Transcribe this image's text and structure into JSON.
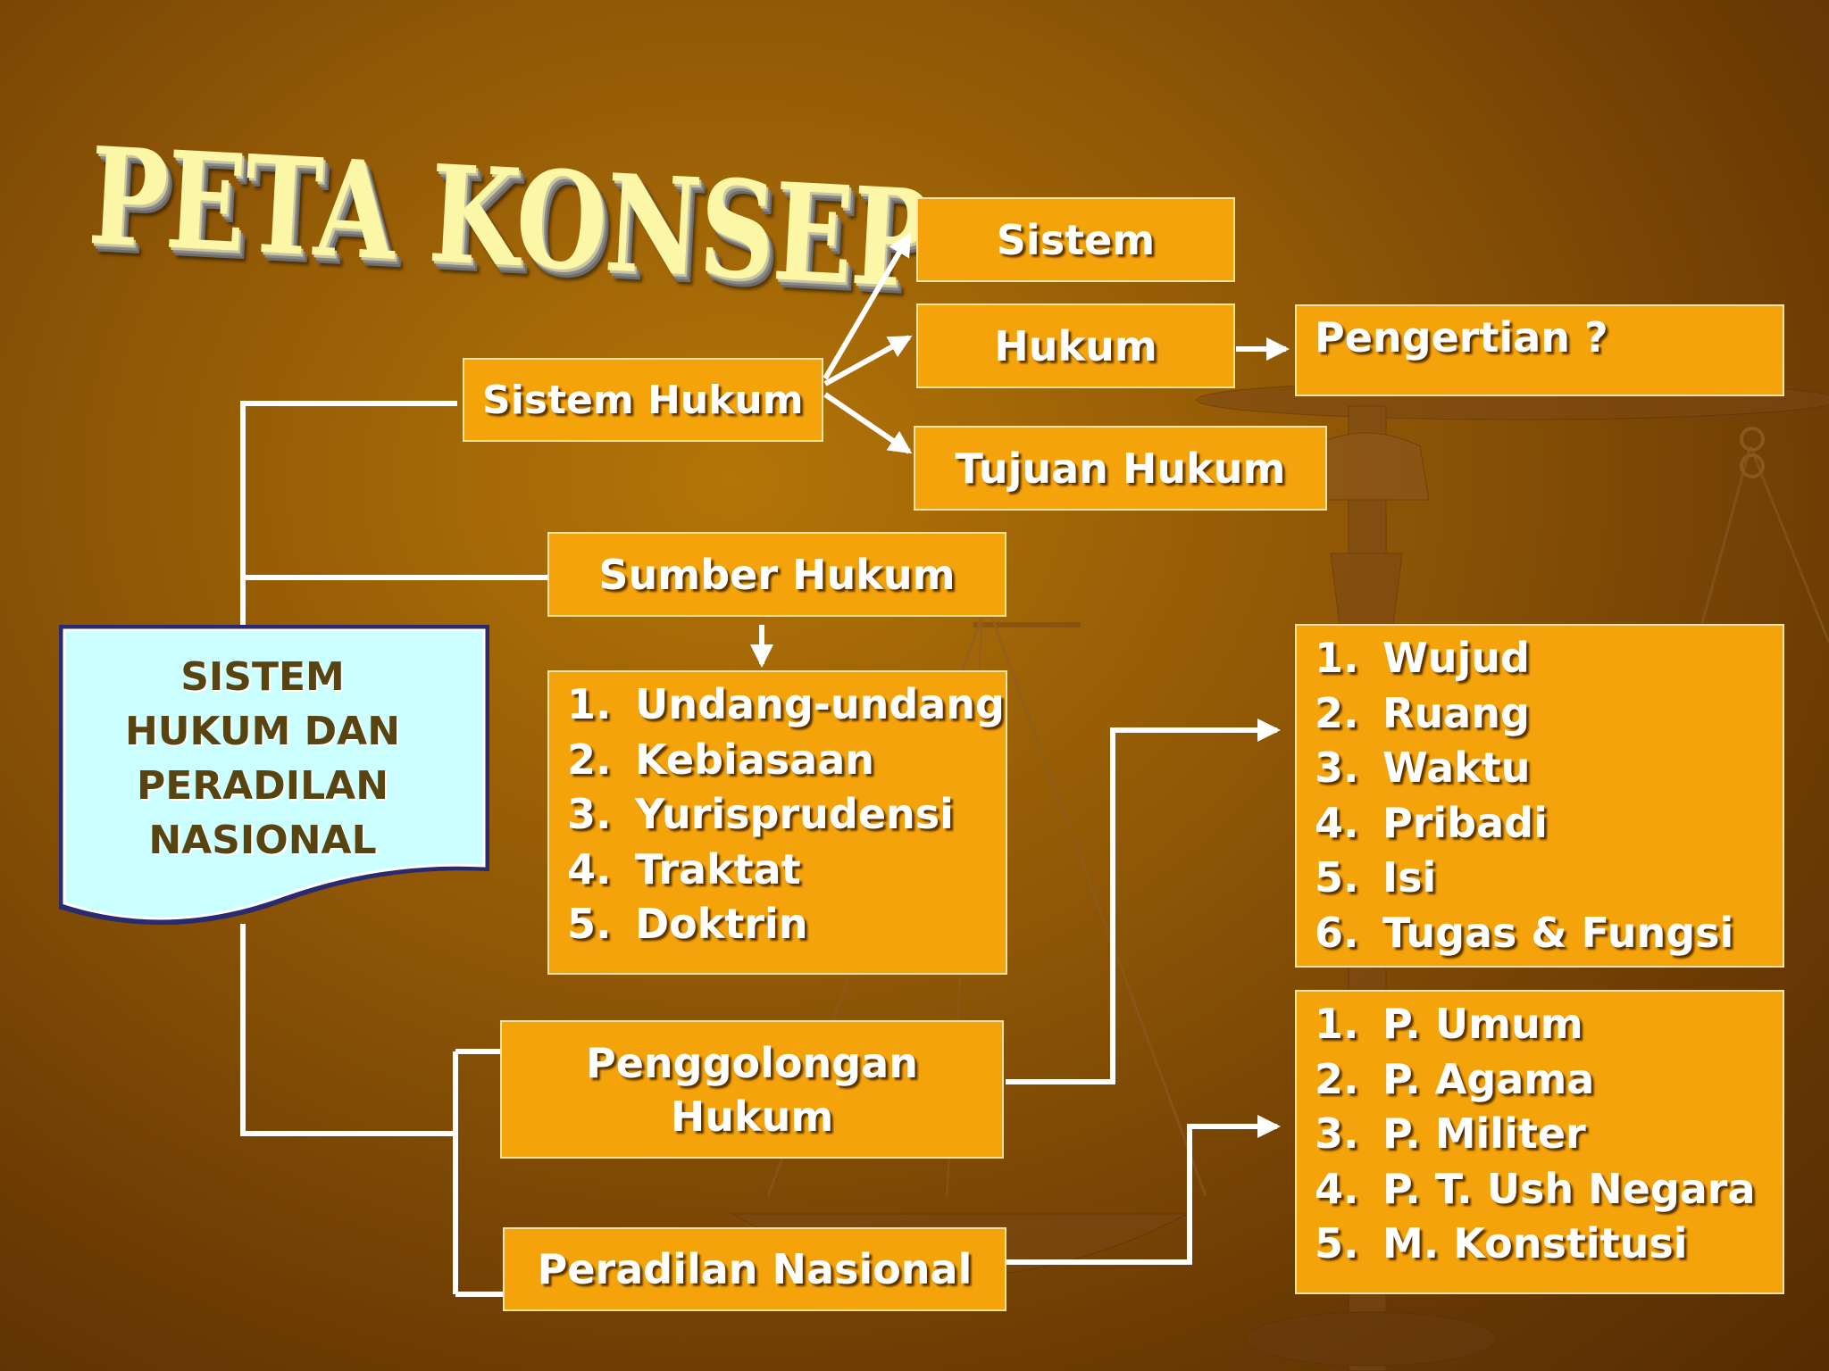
{
  "title": "PETA KONSEP",
  "main_document": {
    "text": "SISTEM HUKUM DAN PERADILAN NASIONAL"
  },
  "nodes": {
    "sistem_hukum": "Sistem Hukum",
    "sistem": "Sistem",
    "hukum": "Hukum",
    "pengertian": "Pengertian ?",
    "tujuan_hukum": "Tujuan Hukum",
    "sumber_hukum": "Sumber Hukum",
    "penggolongan_hukum": "Penggolongan Hukum",
    "peradilan_nasional": "Peradilan Nasional"
  },
  "sumber_list": [
    {
      "num": "1.",
      "text": "Undang-undang"
    },
    {
      "num": "2.",
      "text": "Kebiasaan"
    },
    {
      "num": "3.",
      "text": "Yurisprudensi"
    },
    {
      "num": "4.",
      "text": "Traktat"
    },
    {
      "num": "5.",
      "text": "Doktrin"
    }
  ],
  "penggolongan_list": [
    {
      "num": "1.",
      "text": "Wujud"
    },
    {
      "num": "2.",
      "text": "Ruang"
    },
    {
      "num": "3.",
      "text": "Waktu"
    },
    {
      "num": "4.",
      "text": "Pribadi"
    },
    {
      "num": "5.",
      "text": "Isi"
    },
    {
      "num": "6.",
      "text": "Tugas & Fungsi"
    }
  ],
  "peradilan_list": [
    {
      "num": "1.",
      "text": "P. Umum"
    },
    {
      "num": "2.",
      "text": "P. Agama"
    },
    {
      "num": "3.",
      "text": "P. Militer"
    },
    {
      "num": "4.",
      "text": "P. T. Ush Negara"
    },
    {
      "num": "5.",
      "text": "M. Konstitusi"
    }
  ],
  "colors": {
    "background": "#8f5706",
    "box_fill": "#f5a30b",
    "box_border": "#fde3a0",
    "document_fill": "#ccffff",
    "document_border": "#2a2a6e",
    "connector": "#ffffff",
    "title_fill": "#fbf7a6"
  }
}
